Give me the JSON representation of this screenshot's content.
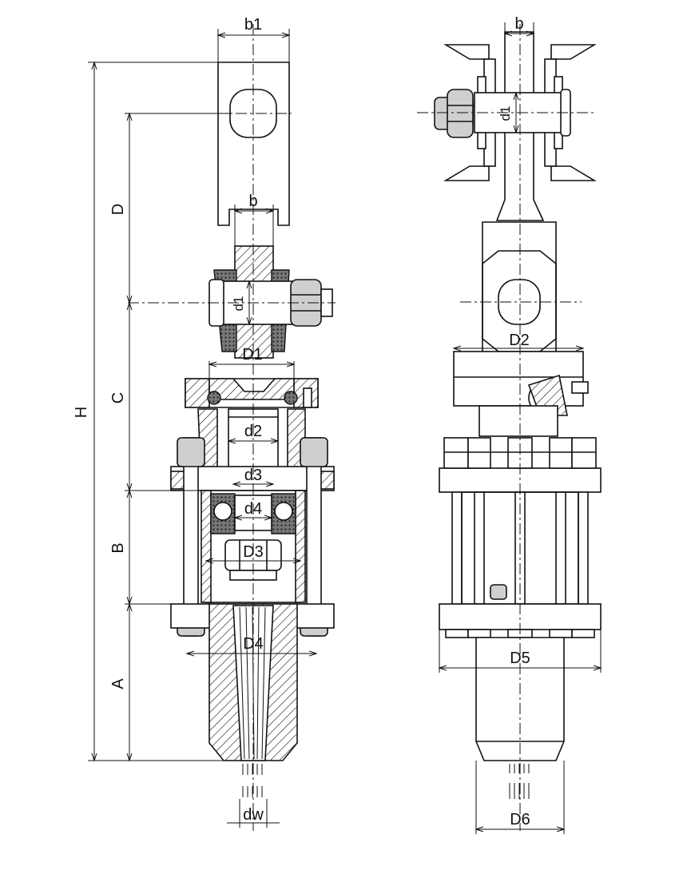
{
  "labels": {
    "b1": "b1",
    "b_left": "b",
    "b_right": "b",
    "d1_left": "d1",
    "d1_right": "d1",
    "D1": "D1",
    "d2": "d2",
    "D2": "D2",
    "d3": "d3",
    "d4": "d4",
    "D3": "D3",
    "D4": "D4",
    "D5": "D5",
    "D6": "D6",
    "dw": "dw",
    "H": "H",
    "A": "A",
    "B": "B",
    "C": "C",
    "D": "D"
  }
}
